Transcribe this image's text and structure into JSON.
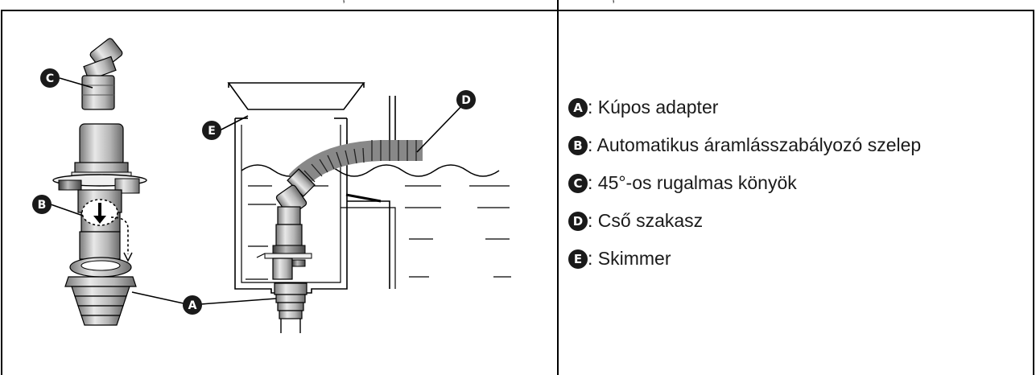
{
  "top_fragment": ",",
  "top_fragment_2": ",",
  "callouts": {
    "a": "A",
    "b": "B",
    "c": "C",
    "d": "D",
    "e": "E"
  },
  "legend": [
    {
      "letter": "A",
      "text": ": Kúpos adapter"
    },
    {
      "letter": "B",
      "text": ": Automatikus áramlásszabályozó szelep"
    },
    {
      "letter": "C",
      "text": ": 45°-os rugalmas könyök"
    },
    {
      "letter": "D",
      "text": ": Cső szakasz"
    },
    {
      "letter": "E",
      "text": ": Skimmer"
    }
  ],
  "colors": {
    "line": "#000000",
    "badge": "#1a1a1a",
    "part_gray": "#8a8a8a",
    "part_light": "#d9d9d9",
    "hose_gray": "#9c9c9c"
  }
}
